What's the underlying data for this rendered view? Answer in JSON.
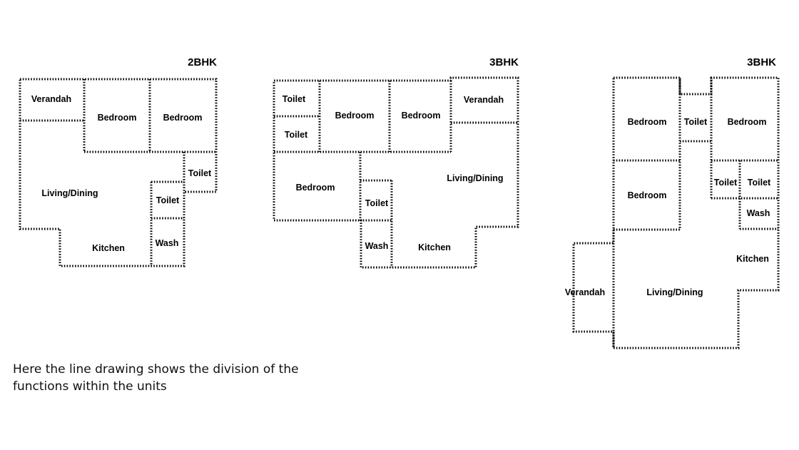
{
  "units": [
    {
      "title": "2BHK",
      "rooms": [
        "Verandah",
        "Bedroom",
        "Bedroom",
        "Toilet",
        "Living/Dining",
        "Toilet",
        "Kitchen",
        "Wash"
      ]
    },
    {
      "title": "3BHK",
      "rooms": [
        "Toilet",
        "Toilet",
        "Bedroom",
        "Bedroom",
        "Verandah",
        "Living/Dining",
        "Bedroom",
        "Toilet",
        "Wash",
        "Kitchen"
      ]
    },
    {
      "title": "3BHK",
      "rooms": [
        "Bedroom",
        "Toilet",
        "Bedroom",
        "Bedroom",
        "Toilet",
        "Toilet",
        "Wash",
        "Kitchen",
        "Verandah",
        "Living/Dining"
      ]
    }
  ],
  "caption": {
    "line1": "Here the line drawing shows the division of the",
    "line2": "functions within the units"
  }
}
